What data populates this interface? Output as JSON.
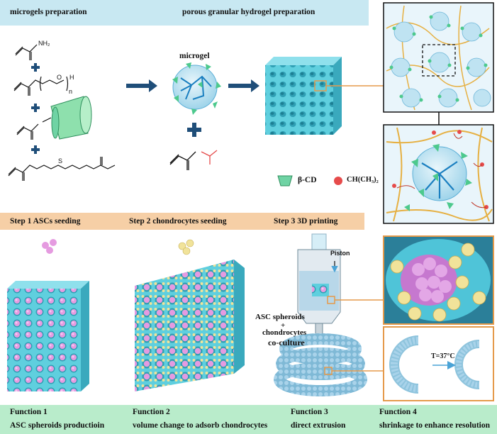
{
  "top_band": {
    "left_title": "microgels preparation",
    "right_title": "porous granular hydrogel preparation"
  },
  "center_labels": {
    "microgel": "microgel"
  },
  "legend": {
    "cd_label": "β-CD",
    "ch_label": "CH(CH₃)₂"
  },
  "molecule_labels": {
    "nh2": "NH₂",
    "n_sub": "n",
    "h": "H",
    "o": "O",
    "s": "S"
  },
  "steps": {
    "step1": "Step 1 ASCs seeding",
    "step2": "Step 2 chondrocytes seeding",
    "step3": "Step 3  3D printing"
  },
  "printer": {
    "piston": "Piston",
    "coculture_line1": "ASC spheroids",
    "coculture_line2": "+",
    "coculture_line3": "chondrocytes",
    "coculture_line4": "co-culture"
  },
  "temperature": "T=37°C",
  "functions": [
    {
      "title": "Function 1",
      "desc": "ASC spheroids productioin"
    },
    {
      "title": "Function 2",
      "desc": "volume change  to adsorb chondrocytes"
    },
    {
      "title": "Function 3",
      "desc": "direct extrusion"
    },
    {
      "title": "Function 4",
      "desc": "shrinkage to enhance resolution"
    }
  ],
  "colors": {
    "top_band": "#c8e8f2",
    "step_band": "#f6cfa6",
    "function_band": "#b9eccb",
    "hydrogel": "#5fcfde",
    "hydrogel_dark": "#3aa9bd",
    "cd_green": "#6fd3a4",
    "chain_yellow": "#e9b94a",
    "ch_red": "#e64b4b",
    "asc_pink": "#e59be0",
    "chondro_yellow": "#f1e39a",
    "frame_orange": "#e59a4b",
    "arrow_navy": "#1f4e79"
  }
}
